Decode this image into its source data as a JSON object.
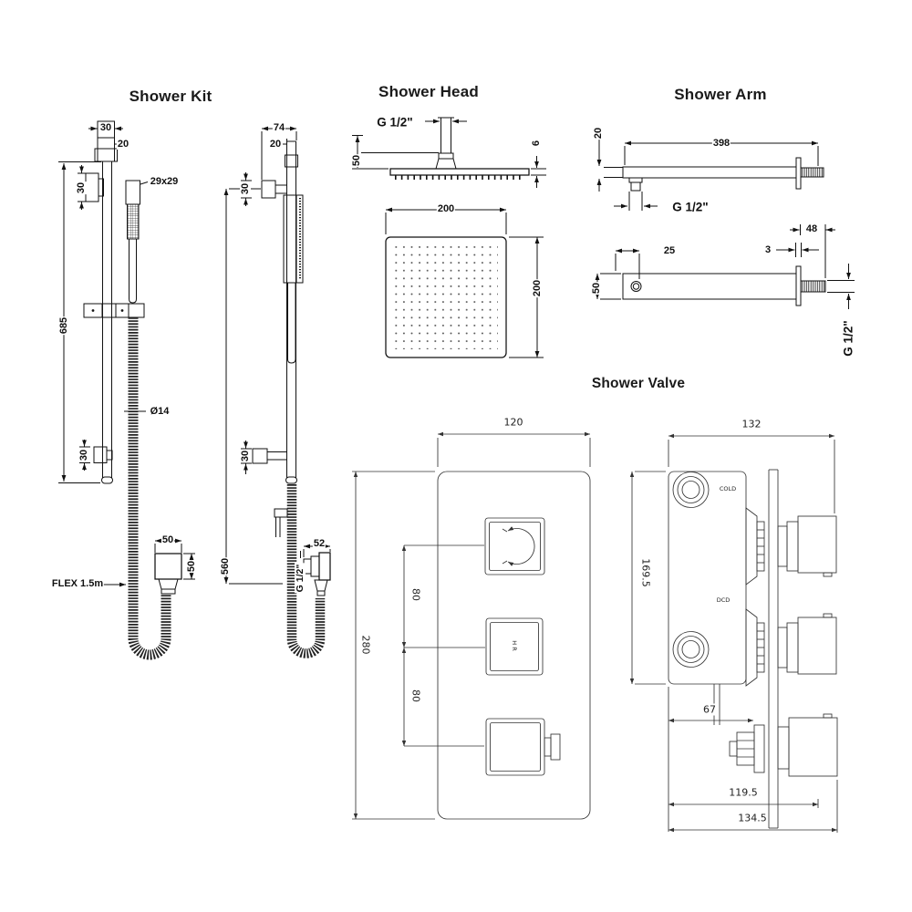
{
  "shower_kit": {
    "title": "Shower Kit",
    "front_view": {
      "dim_bracket_width_top": "30",
      "dim_rail_width": "20",
      "dim_bracket_upper": "30",
      "handset_label": "29x29",
      "dim_rail_length": "685",
      "dim_bracket_lower": "30",
      "hose_diameter": "Ø14",
      "dim_outlet_width": "50",
      "dim_outlet_height": "50",
      "flex_label": "FLEX 1.5m"
    },
    "side_view": {
      "dim_bracket_offset": "74",
      "dim_rail_width": "20",
      "dim_bracket_upper": "30",
      "dim_bracket_spacing": "560",
      "dim_bracket_lower": "30",
      "dim_outlet_width": "52",
      "outlet_thread": "G 1/2\""
    }
  },
  "shower_head": {
    "title": "Shower Head",
    "thread_label": "G 1/2\"",
    "dim_height": "50",
    "dim_thickness": "6",
    "dim_width": "200",
    "dim_depth": "200"
  },
  "shower_arm": {
    "title": "Shower Arm",
    "top_view": {
      "dim_height": "20",
      "dim_length": "398",
      "thread_label": "G 1/2\""
    },
    "side_view": {
      "dim_thread_length": "48",
      "dim_hole_offset": "25",
      "dim_plate_gap": "3",
      "dim_width": "50",
      "thread_label": "G 1/2\""
    }
  },
  "shower_valve": {
    "title": "Shower Valve",
    "front_view": {
      "dim_width": "120",
      "dim_height": "280",
      "dim_spacing_top": "80",
      "dim_spacing_bottom": "80",
      "handle_label": "H R"
    },
    "side_view": {
      "dim_width": "132",
      "dim_height": "169.5",
      "port_top_label": "COLD",
      "port_bottom_label": "DCD",
      "dim_outlet_offset": "67",
      "dim_depth_inner": "119.5",
      "dim_depth_total": "134.5"
    }
  }
}
